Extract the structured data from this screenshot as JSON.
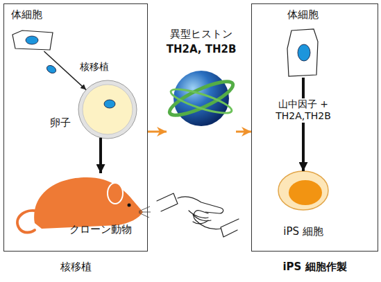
{
  "diagram": {
    "nodes": [
      {
        "text": [
          "核移植"
        ]
      },
      {
        "text": [
          "体細胞"
        ],
        "in": 0
      },
      {
        "text": [
          "卵子"
        ],
        "in": 0
      },
      {
        "text": [
          "クローン動物"
        ],
        "in": 0
      },
      {
        "text": [
          "異型ヒストン",
          "TH2A, TH2B"
        ]
      },
      {
        "text": [
          "iPS 細胞作製"
        ]
      },
      {
        "text": [
          "体細胞"
        ],
        "in": 5
      },
      {
        "text": [
          "iPS 細胞"
        ],
        "in": 5
      }
    ],
    "edges": [
      {
        "from": 1,
        "to": 2,
        "label": "核移植",
        "arrow": "to"
      },
      {
        "from": 2,
        "to": 3,
        "arrow": "to"
      },
      {
        "from": 0,
        "to": 4,
        "arrow": "to"
      },
      {
        "from": 4,
        "to": 5,
        "arrow": "to"
      },
      {
        "from": 6,
        "to": 7,
        "label": "山中因子 + TH2A,TH2B",
        "arrow": "to"
      }
    ]
  }
}
